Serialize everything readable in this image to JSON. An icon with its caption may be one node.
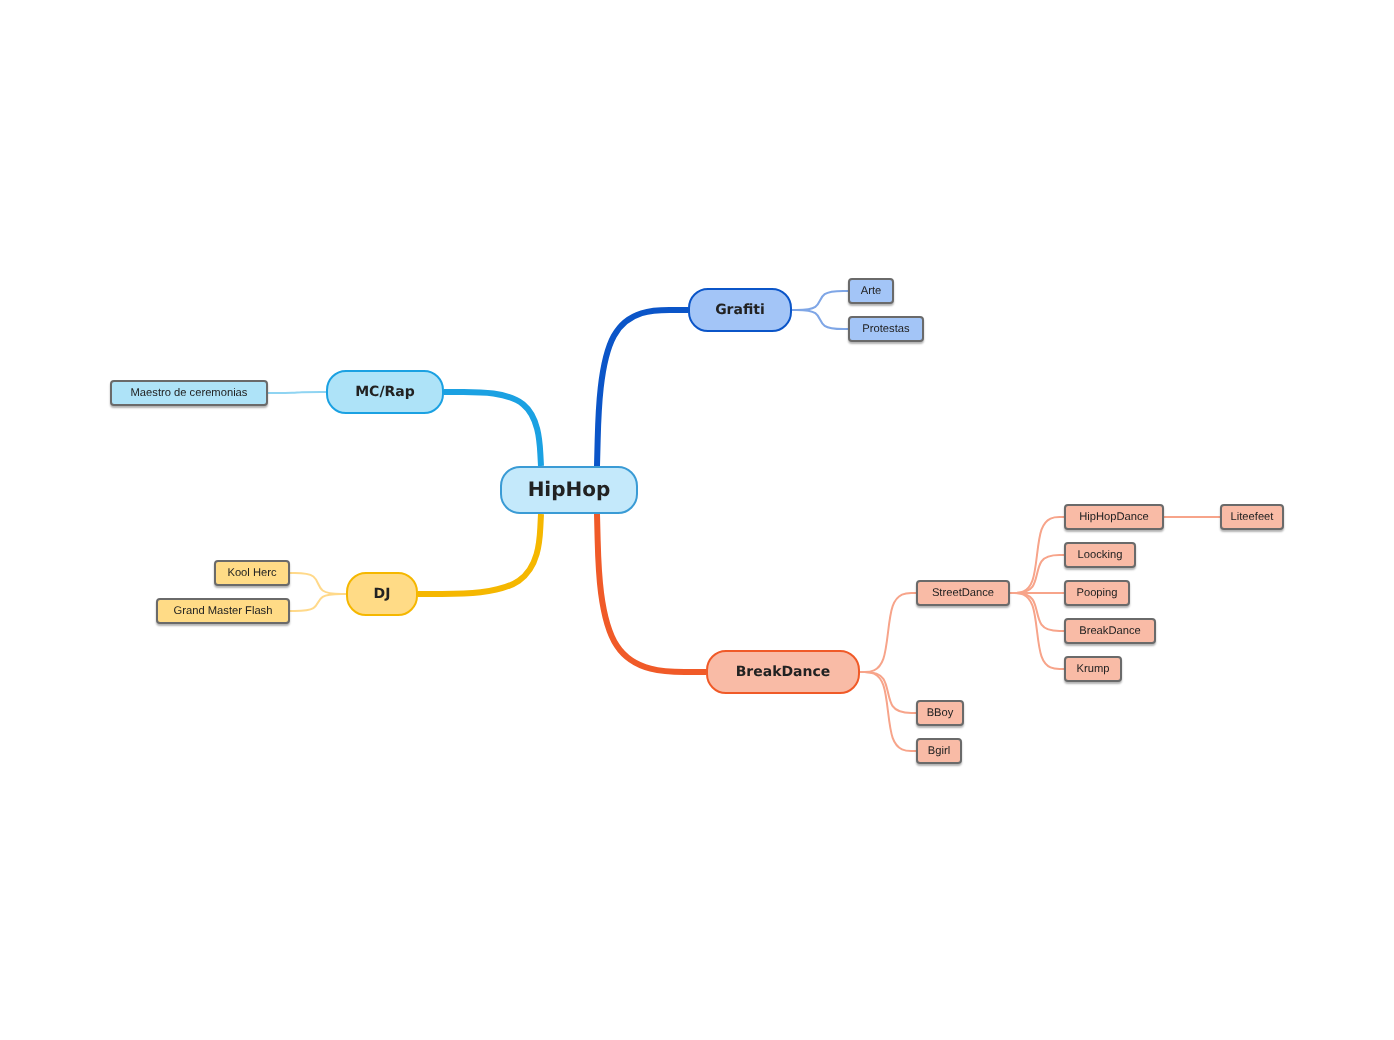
{
  "diagram": {
    "nodes": [
      {
        "text": [
          "HipHop"
        ]
      },
      {
        "text": [
          "MC/Rap"
        ]
      },
      {
        "text": [
          "Maestro de ceremonias"
        ]
      },
      {
        "text": [
          "DJ"
        ]
      },
      {
        "text": [
          "Kool Herc"
        ]
      },
      {
        "text": [
          "Grand Master Flash"
        ]
      },
      {
        "text": [
          "Grafiti"
        ]
      },
      {
        "text": [
          "Arte"
        ]
      },
      {
        "text": [
          "Protestas"
        ]
      },
      {
        "text": [
          "BreakDance"
        ]
      },
      {
        "text": [
          "StreetDance"
        ]
      },
      {
        "text": [
          "HipHopDance"
        ]
      },
      {
        "text": [
          "Liteefeet"
        ]
      },
      {
        "text": [
          "Loocking"
        ]
      },
      {
        "text": [
          "Pooping"
        ]
      },
      {
        "text": [
          "BreakDance"
        ]
      },
      {
        "text": [
          "Krump"
        ]
      },
      {
        "text": [
          "BBoy"
        ]
      },
      {
        "text": [
          "Bgirl"
        ]
      }
    ],
    "edges": [
      {
        "from": 0,
        "to": 1,
        "arrow": "none",
        "style": "thick",
        "color": "#1ba1e2"
      },
      {
        "from": 1,
        "to": 2,
        "arrow": "none",
        "color": "#8fd4f2"
      },
      {
        "from": 0,
        "to": 3,
        "arrow": "none",
        "style": "thick",
        "color": "#f5b700"
      },
      {
        "from": 3,
        "to": 4,
        "arrow": "none",
        "color": "#ffd98a"
      },
      {
        "from": 3,
        "to": 5,
        "arrow": "none",
        "color": "#ffd98a"
      },
      {
        "from": 0,
        "to": 6,
        "arrow": "none",
        "style": "thick",
        "color": "#0b55c8"
      },
      {
        "from": 6,
        "to": 7,
        "arrow": "none",
        "color": "#7fa6e6"
      },
      {
        "from": 6,
        "to": 8,
        "arrow": "none",
        "color": "#7fa6e6"
      },
      {
        "from": 0,
        "to": 9,
        "arrow": "none",
        "style": "thick",
        "color": "#f05a28"
      },
      {
        "from": 9,
        "to": 10,
        "arrow": "none",
        "color": "#f7a48a"
      },
      {
        "from": 10,
        "to": 11,
        "arrow": "none",
        "color": "#f7a48a"
      },
      {
        "from": 11,
        "to": 12,
        "arrow": "none",
        "color": "#f7a48a"
      },
      {
        "from": 10,
        "to": 13,
        "arrow": "none",
        "color": "#f7a48a"
      },
      {
        "from": 10,
        "to": 14,
        "arrow": "none",
        "color": "#f7a48a"
      },
      {
        "from": 10,
        "to": 15,
        "arrow": "none",
        "color": "#f7a48a"
      },
      {
        "from": 10,
        "to": 16,
        "arrow": "none",
        "color": "#f7a48a"
      },
      {
        "from": 9,
        "to": 17,
        "arrow": "none",
        "color": "#f7a48a"
      },
      {
        "from": 9,
        "to": 18,
        "arrow": "none",
        "color": "#f7a48a"
      }
    ]
  }
}
